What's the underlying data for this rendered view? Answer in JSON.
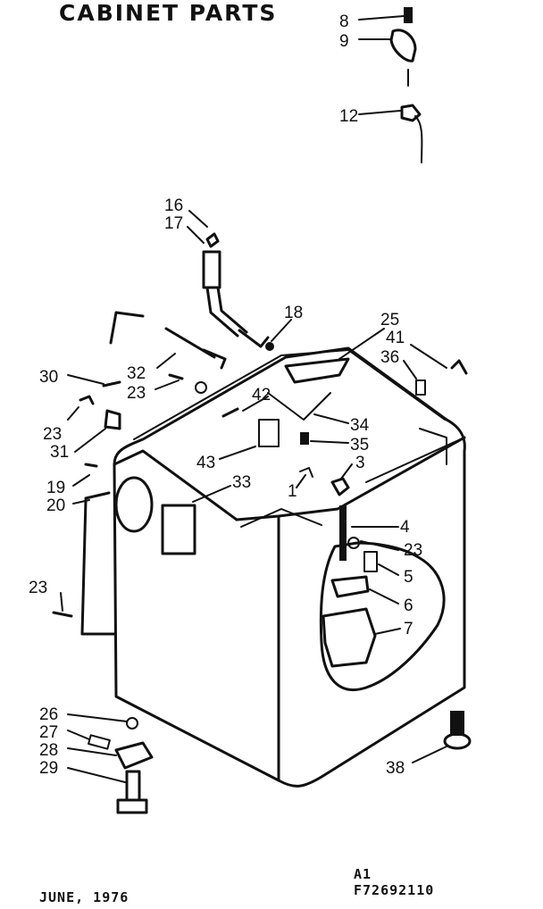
{
  "header": {
    "title": "CABINET PARTS"
  },
  "footer": {
    "date": "JUNE, 1976",
    "rev": "A1",
    "part_no": "F72692110"
  },
  "callouts": [
    "8",
    "9",
    "12",
    "16",
    "17",
    "18",
    "25",
    "41",
    "36",
    "30",
    "32",
    "23",
    "42",
    "34",
    "35",
    "3",
    "1",
    "43",
    "33",
    "19",
    "20",
    "4",
    "5",
    "6",
    "7",
    "26",
    "27",
    "28",
    "29",
    "38",
    "31"
  ]
}
